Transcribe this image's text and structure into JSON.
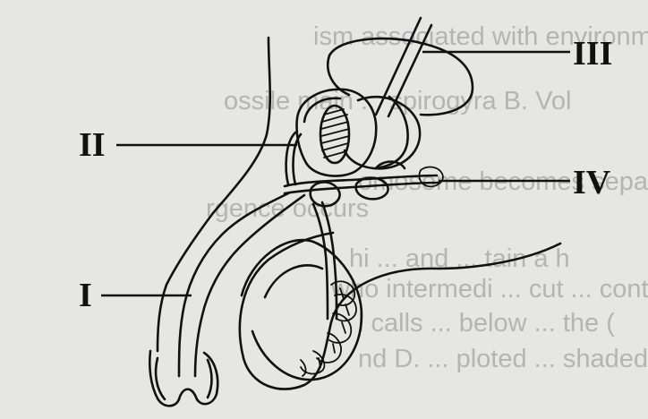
{
  "background_text": [
    "ism associated with environment.  D. slo",
    "ossile main  ...  spirogyra  B. Vol",
    "omosome becomes separ",
    "rgence occurs",
    "hi  ...   and  ...  tain  a  h",
    "who intermedi  ...  cut  ...  contain",
    "l  calls  ...  below  ...  the  (",
    "nd  D.  ...  ploted  ...  shaded  to"
  ],
  "labels": {
    "I": "I",
    "II": "II",
    "III": "III",
    "IV": "IV"
  },
  "colors": {
    "ink": "#111111",
    "paper": "#e6e6e4",
    "faded_text": "#b4b4b4"
  }
}
